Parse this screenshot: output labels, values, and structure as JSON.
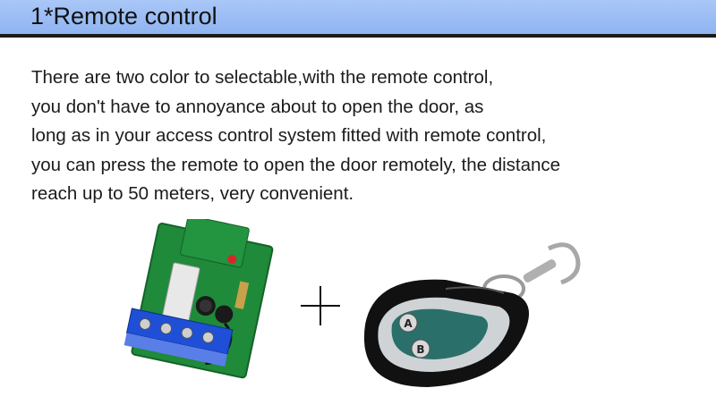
{
  "header": {
    "title": "1*Remote control",
    "bg_color": "#9bbcf5",
    "rule_color": "#1a1a1a"
  },
  "description": {
    "lines": [
      "There are two color to selectable,with the remote control,",
      "you don't have to annoyance about to open the door, as",
      "long as in your access control system fitted with remote control,",
      "you can press the remote to open the door remotely, the distance",
      "reach up to 50 meters, very convenient."
    ]
  },
  "products": {
    "receiver": {
      "icon": "receiver-board-icon",
      "pcb_color": "#1f8a3a",
      "terminal_color": "#1e4fd6"
    },
    "plus": {
      "icon": "plus-icon"
    },
    "remote": {
      "icon": "remote-key-fob-icon",
      "buttons": [
        "A",
        "B"
      ],
      "body_color": "#111111",
      "panel_color": "#2a6f6a"
    }
  }
}
